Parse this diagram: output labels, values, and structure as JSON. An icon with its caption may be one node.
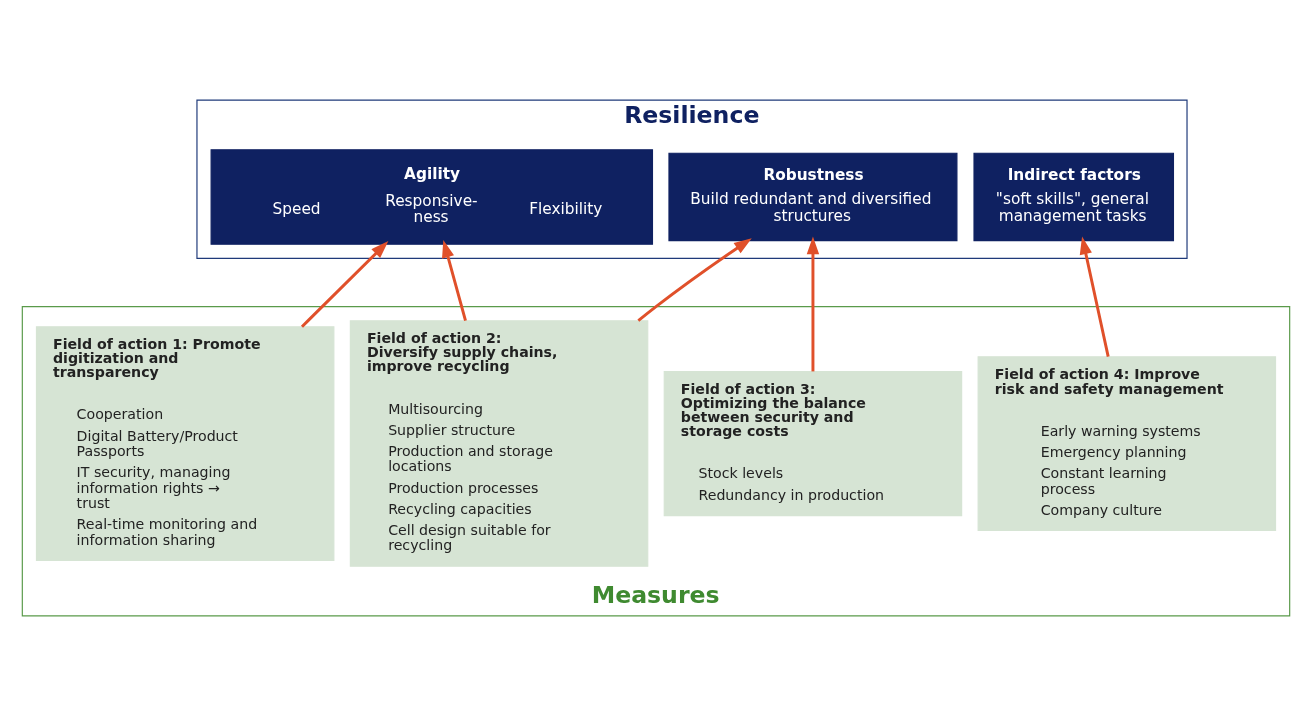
{
  "diagram": {
    "nodes": [
      {
        "text": [
          "Resilience"
        ]
      },
      {
        "text": [
          "Agility",
          "Speed",
          "Responsive- ness",
          "Flexibility"
        ],
        "in": 0
      },
      {
        "text": [
          "Robustness",
          "Build redundant and diversified structures"
        ],
        "in": 0
      },
      {
        "text": [
          "Indirect factors",
          "\"soft skills\", general management tasks"
        ],
        "in": 0
      },
      {
        "text": [
          "Measures"
        ]
      },
      {
        "text": [
          "Field of action 1: Promote digitization and transparency",
          "Cooperation",
          "Digital Battery/Product Passports",
          "IT security, managing information rights → trust",
          "Real-time monitoring and information sharing"
        ],
        "in": 4
      },
      {
        "text": [
          "Field of action 2: Diversify supply chains, improve recycling",
          "Multisourcing",
          "Supplier structure",
          "Production and storage locations",
          "Production processes",
          "Recycling capacities",
          "Cell design suitable for recycling"
        ],
        "in": 4
      },
      {
        "text": [
          "Field of action 3: Optimizing the balance between security and storage costs",
          "Stock levels",
          "Redundancy in production"
        ],
        "in": 4
      },
      {
        "text": [
          "Field of action 4: Improve risk and safety management",
          "Early warning systems",
          "Emergency planning",
          "Constant learning process",
          "Company culture"
        ],
        "in": 4
      }
    ],
    "edges": [
      {
        "from": 5,
        "to": 1,
        "arrow": "to"
      },
      {
        "from": 6,
        "to": 1,
        "arrow": "to"
      },
      {
        "from": 6,
        "to": 2,
        "arrow": "to"
      },
      {
        "from": 7,
        "to": 2,
        "arrow": "to"
      },
      {
        "from": 8,
        "to": 3,
        "arrow": "to"
      }
    ]
  }
}
